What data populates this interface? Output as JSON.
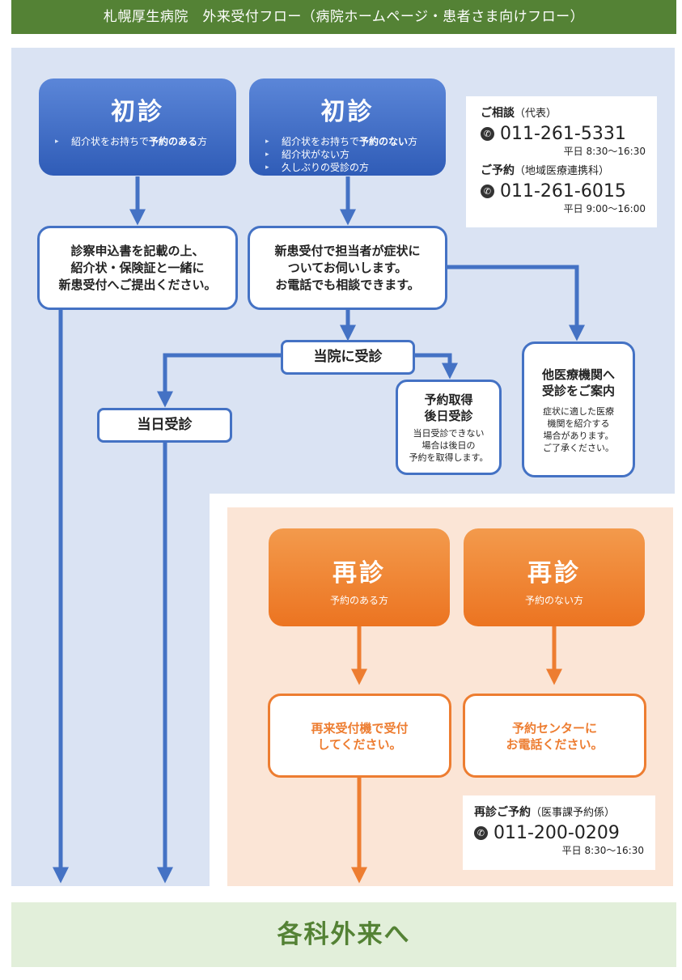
{
  "header": {
    "title": "札幌厚生病院　外来受付フロー（病院ホームページ・患者さま向けフロー）"
  },
  "first_visit_reserved": {
    "title": "初診",
    "bullets": [
      {
        "pre": "紹介状をお持ちで",
        "bold": "予約のある",
        "post": "方"
      }
    ]
  },
  "first_visit_unreserved": {
    "title": "初診",
    "bullets": [
      {
        "pre": "紹介状をお持ちで",
        "bold": "予約のない",
        "post": "方"
      },
      {
        "pre": "紹介状がない方",
        "bold": "",
        "post": ""
      },
      {
        "pre": "久しぶりの受診の方",
        "bold": "",
        "post": ""
      }
    ]
  },
  "contact_first": {
    "consult_label": "ご相談",
    "consult_sub": "（代表）",
    "consult_phone": "011-261-5331",
    "consult_hours": "平日 8:30～16:30",
    "reserve_label": "ご予約",
    "reserve_sub": "（地域医療連携科）",
    "reserve_phone": "011-261-6015",
    "reserve_hours": "平日 9:00～16:00",
    "phone_icon": "phone-icon"
  },
  "step_application": {
    "lines": [
      "診察申込書を記載の上、",
      "紹介状・保険証と一緒に",
      "新患受付へご提出ください。"
    ]
  },
  "step_new_patient": {
    "lines": [
      "新患受付で担当者が症状に",
      "ついてお伺いします。",
      "お電話でも相談できます。"
    ]
  },
  "step_visit_here": {
    "label": "当院に受診"
  },
  "step_same_day": {
    "label": "当日受診"
  },
  "step_later": {
    "title_lines": [
      "予約取得",
      "後日受診"
    ],
    "desc_lines": [
      "当日受診できない",
      "場合は後日の",
      "予約を取得します。"
    ]
  },
  "step_referral": {
    "title_lines": [
      "他医療機関へ",
      "受診をご案内"
    ],
    "desc_lines": [
      "症状に適した医療",
      "機関を紹介する",
      "場合があります。",
      "ご了承ください。"
    ]
  },
  "revisit_reserved": {
    "title": "再診",
    "sub": "予約のある方"
  },
  "revisit_unreserved": {
    "title": "再診",
    "sub": "予約のない方"
  },
  "step_reception_machine": {
    "lines": [
      "再来受付機で受付",
      "してください。"
    ]
  },
  "step_call_center": {
    "lines": [
      "予約センターに",
      "お電話ください。"
    ]
  },
  "contact_revisit": {
    "label": "再診ご予約",
    "sub": "（医事課予約係）",
    "phone": "011-200-0209",
    "hours": "平日 8:30～16:30",
    "phone_icon": "phone-icon"
  },
  "footer": {
    "label": "各科外来へ"
  },
  "colors": {
    "green": "#548235",
    "blue": "#4472c4",
    "orange": "#ed7d31",
    "blue_bg": "#dae3f3",
    "orange_bg": "#fbe5d6",
    "footer_bg": "#e2efda"
  }
}
